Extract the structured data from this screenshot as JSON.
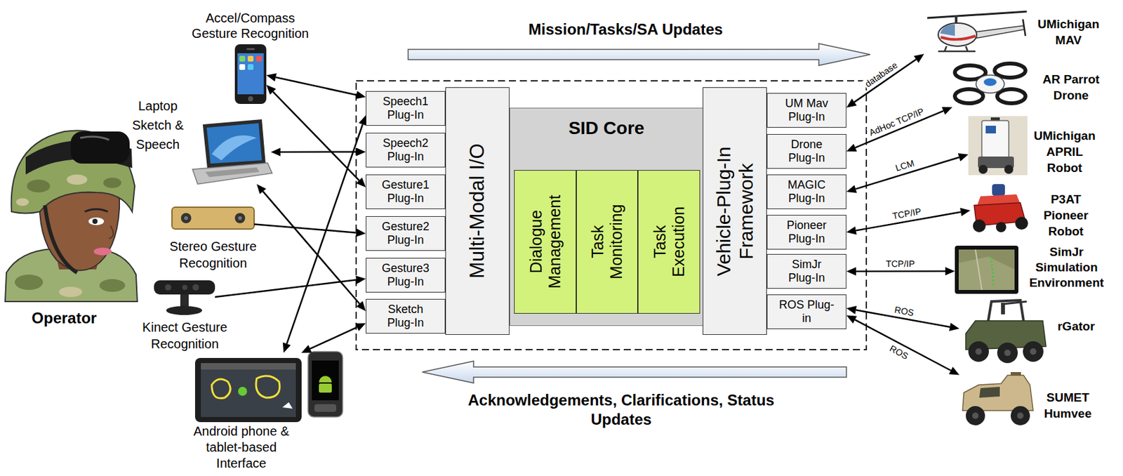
{
  "diagram": {
    "nodes": [
      {
        "text": [
          "Accel/Compass Gesture Recognition"
        ]
      },
      {
        "text": [
          "Laptop Sketch & Speech"
        ]
      },
      {
        "text": [
          "Stereo Gesture Recognition"
        ]
      },
      {
        "text": [
          "Kinect Gesture Recognition"
        ]
      },
      {
        "text": [
          "Android phone & tablet-based Interface"
        ]
      },
      {
        "text": [
          "Speech1 Plug-In"
        ]
      },
      {
        "text": [
          "Speech2 Plug-In"
        ]
      },
      {
        "text": [
          "Gesture1 Plug-In"
        ]
      },
      {
        "text": [
          "Gesture2 Plug-In"
        ]
      },
      {
        "text": [
          "Gesture3 Plug-In"
        ]
      },
      {
        "text": [
          "Sketch Plug-In"
        ]
      },
      {
        "text": [
          "Multi-Modal I/O"
        ]
      },
      {
        "text": [
          "SID Core"
        ]
      },
      {
        "text": [
          "Dialogue Management"
        ],
        "in": 12
      },
      {
        "text": [
          "Task Monitoring"
        ],
        "in": 12
      },
      {
        "text": [
          "Task Execution"
        ],
        "in": 12
      },
      {
        "text": [
          "Vehicle-Plug-In Framework"
        ]
      },
      {
        "text": [
          "UM Mav Plug-In"
        ]
      },
      {
        "text": [
          "Drone Plug-In"
        ]
      },
      {
        "text": [
          "MAGIC Plug-In"
        ]
      },
      {
        "text": [
          "Pioneer Plug-In"
        ]
      },
      {
        "text": [
          "SimJr Plug-In"
        ]
      },
      {
        "text": [
          "ROS Plug-in"
        ]
      },
      {
        "text": [
          "UMichigan MAV"
        ]
      },
      {
        "text": [
          "AR Parrot Drone"
        ]
      },
      {
        "text": [
          "UMichigan APRIL Robot"
        ]
      },
      {
        "text": [
          "P3AT Pioneer Robot"
        ]
      },
      {
        "text": [
          "SimJr Simulation Environment"
        ]
      },
      {
        "text": [
          "rGator"
        ]
      },
      {
        "text": [
          "SUMET Humvee"
        ]
      }
    ],
    "edges": [
      {
        "from": 0,
        "to": 5,
        "arrow": "both"
      },
      {
        "from": 0,
        "to": 7,
        "arrow": "both"
      },
      {
        "from": 1,
        "to": 6,
        "arrow": "both"
      },
      {
        "from": 1,
        "to": 10,
        "arrow": "both"
      },
      {
        "from": 2,
        "to": 8,
        "arrow": "to"
      },
      {
        "from": 3,
        "to": 9,
        "arrow": "to"
      },
      {
        "from": 4,
        "to": 10,
        "arrow": "both"
      },
      {
        "from": 4,
        "to": 5,
        "arrow": "both"
      },
      {
        "from": 17,
        "to": 23,
        "label": "database",
        "arrow": "both"
      },
      {
        "from": 18,
        "to": 24,
        "label": "AdHoc TCP/IP",
        "arrow": "both"
      },
      {
        "from": 19,
        "to": 25,
        "label": "LCM",
        "arrow": "both"
      },
      {
        "from": 20,
        "to": 26,
        "label": "TCP/IP",
        "arrow": "both"
      },
      {
        "from": 21,
        "to": 27,
        "label": "TCP/IP",
        "arrow": "both"
      },
      {
        "from": 22,
        "to": 28,
        "label": "ROS",
        "arrow": "both"
      },
      {
        "from": 22,
        "to": 29,
        "label": "ROS",
        "arrow": "both"
      }
    ],
    "labels": [
      "Mission/Tasks/SA Updates",
      "Acknowledgements, Clarifications, Status Updates",
      "Operator"
    ]
  }
}
